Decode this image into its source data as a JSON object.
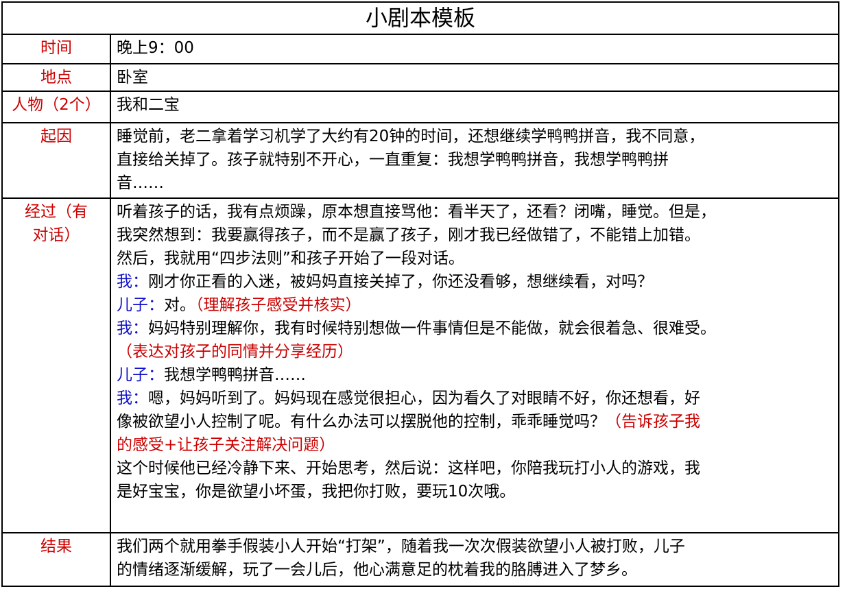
{
  "title": "小剧本模板",
  "rows": [
    {
      "label": "时间",
      "lines": [
        [
          {
            "t": "晚上9：00"
          }
        ]
      ]
    },
    {
      "label": "地点",
      "lines": [
        [
          {
            "t": "卧室"
          }
        ]
      ]
    },
    {
      "label": "人物（2个）",
      "lines": [
        [
          {
            "t": "我和二宝"
          }
        ]
      ]
    },
    {
      "label": "起因",
      "lines": [
        [
          {
            "t": "睡觉前，老二拿着学习机学了大约有20钟的时间，还想继续学鸭鸭拼音，我不同意，"
          }
        ],
        [
          {
            "t": "直接给关掉了。孩子就特别不开心，一直重复：我想学鸭鸭拼音，我想学鸭鸭拼"
          }
        ],
        [
          {
            "t": "音……"
          }
        ]
      ]
    },
    {
      "label": "经过（有\n对话）",
      "lines": [
        [
          {
            "t": "听着孩子的话，我有点烦躁，原本想直接骂他：看半天了，还看？闭嘴，睡觉。但是，"
          }
        ],
        [
          {
            "t": "我突然想到：我要赢得孩子，而不是赢了孩子，刚才我已经做错了，不能错上加错。"
          }
        ],
        [
          {
            "t": "然后，我就用“四步法则”和孩子开始了一段对话。"
          }
        ],
        [
          {
            "t": "我：",
            "c": "blue"
          },
          {
            "t": "刚才你正看的入迷，被妈妈直接关掉了，你还没看够，想继续看，对吗？"
          }
        ],
        [
          {
            "t": "儿子：",
            "c": "blue"
          },
          {
            "t": "对。"
          },
          {
            "t": "（理解孩子感受并核实）",
            "c": "red"
          }
        ],
        [
          {
            "t": "我：",
            "c": "blue"
          },
          {
            "t": "妈妈特别理解你，我有时候特别想做一件事情但是不能做，就会很着急、很难受。"
          }
        ],
        [
          {
            "t": "（表达对孩子的同情并分享经历）",
            "c": "red"
          }
        ],
        [
          {
            "t": "儿子：",
            "c": "blue"
          },
          {
            "t": "我想学鸭鸭拼音……"
          }
        ],
        [
          {
            "t": "我：",
            "c": "blue"
          },
          {
            "t": "嗯，妈妈听到了。妈妈现在感觉很担心，因为看久了对眼睛不好，你还想看，好"
          }
        ],
        [
          {
            "t": "像被欲望小人控制了呢。有什么办法可以摆脱他的控制，乖乖睡觉吗？"
          },
          {
            "t": "（告诉孩子我",
            "c": "red"
          }
        ],
        [
          {
            "t": "的感受+让孩子关注解决问题）",
            "c": "red"
          }
        ],
        [
          {
            "t": "这个时候他已经冷静下来、开始思考，然后说：这样吧，你陪我玩打小人的游戏，我"
          }
        ],
        [
          {
            "t": "是好宝宝，你是欲望小坏蛋，我把你打败，要玩10次哦。"
          }
        ]
      ]
    },
    {
      "label": "结果",
      "lines": [
        [
          {
            "t": "我们两个就用拳手假装小人开始“打架”，随着我一次次假装欲望小人被打败，儿子"
          }
        ],
        [
          {
            "t": "的情绪逐渐缓解，玩了一会儿后，他心满意足的枕着我的胳膊进入了梦乡。"
          }
        ]
      ]
    }
  ]
}
